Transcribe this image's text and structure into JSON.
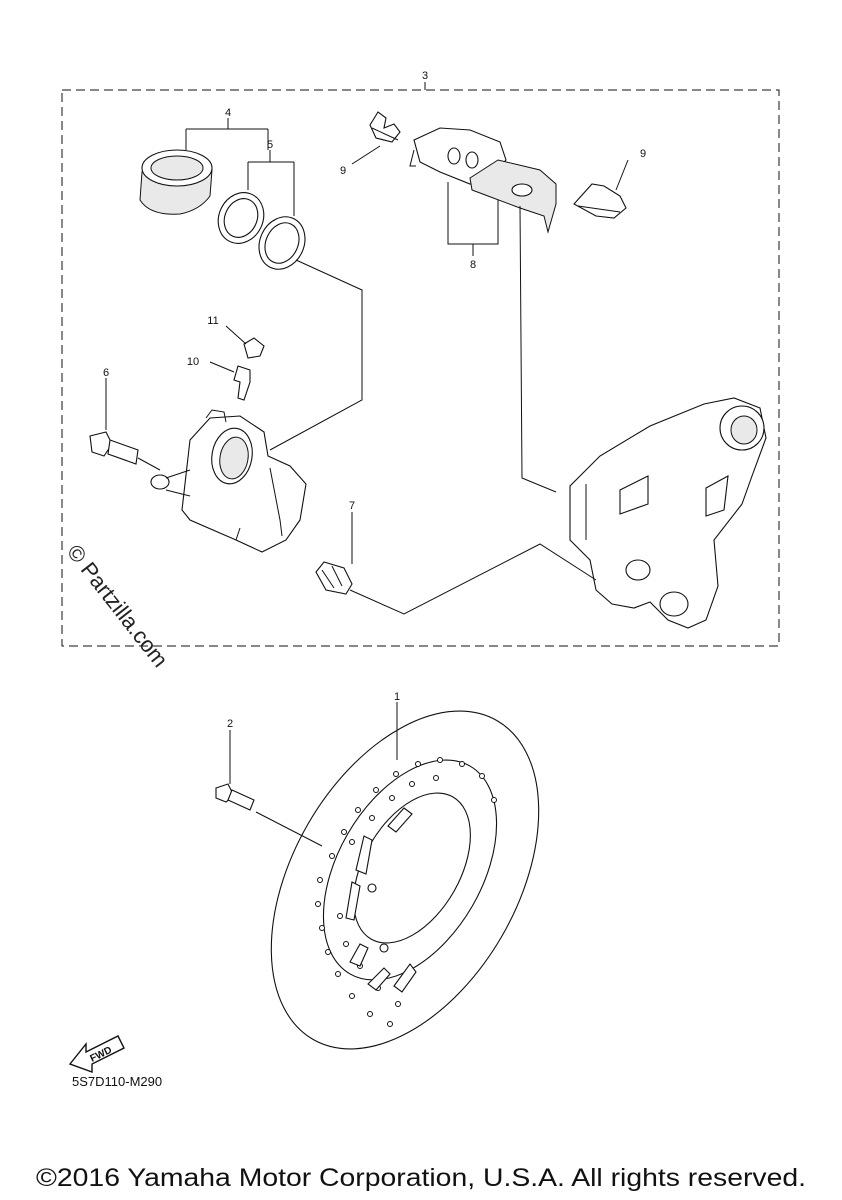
{
  "part_labels": {
    "p1": "1",
    "p2": "2",
    "p3": "3",
    "p4": "4",
    "p5": "5",
    "p6": "6",
    "p7": "7",
    "p8": "8",
    "p9a": "9",
    "p9b": "9",
    "p10": "10",
    "p11": "11"
  },
  "drawing_code": "5S7D110-M290",
  "fwd_badge": "FWD",
  "watermark": "© Partzilla.com",
  "copyright": "©2016 Yamaha Motor Corporation, U.S.A. All rights reserved."
}
